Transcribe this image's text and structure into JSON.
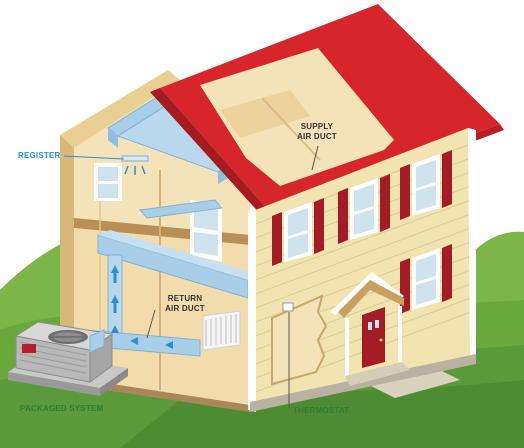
{
  "labels": {
    "register": "REGISTER",
    "supply_air_duct_line1": "SUPPLY",
    "supply_air_duct_line2": "AIR DUCT",
    "return_air_duct_line1": "RETURN",
    "return_air_duct_line2": "AIR DUCT",
    "packaged_system": "PACKAGED SYSTEM",
    "thermostat": "THERMOSTAT"
  },
  "colors": {
    "roof": "#d7262b",
    "siding": "#f1e4b0",
    "trim": "#ffffff",
    "shutter": "#a31c26",
    "duct": "#a9cfe8",
    "interior_wall": "#efd6a8",
    "interior_floor": "#c9a66b",
    "grass": "#5a9a3a",
    "label_blue": "#2a8fd0",
    "label_green": "#2e7d3a"
  },
  "icons": {
    "airflow_arrow": "arrow-up-icon",
    "return_arrow": "arrow-left-icon"
  }
}
